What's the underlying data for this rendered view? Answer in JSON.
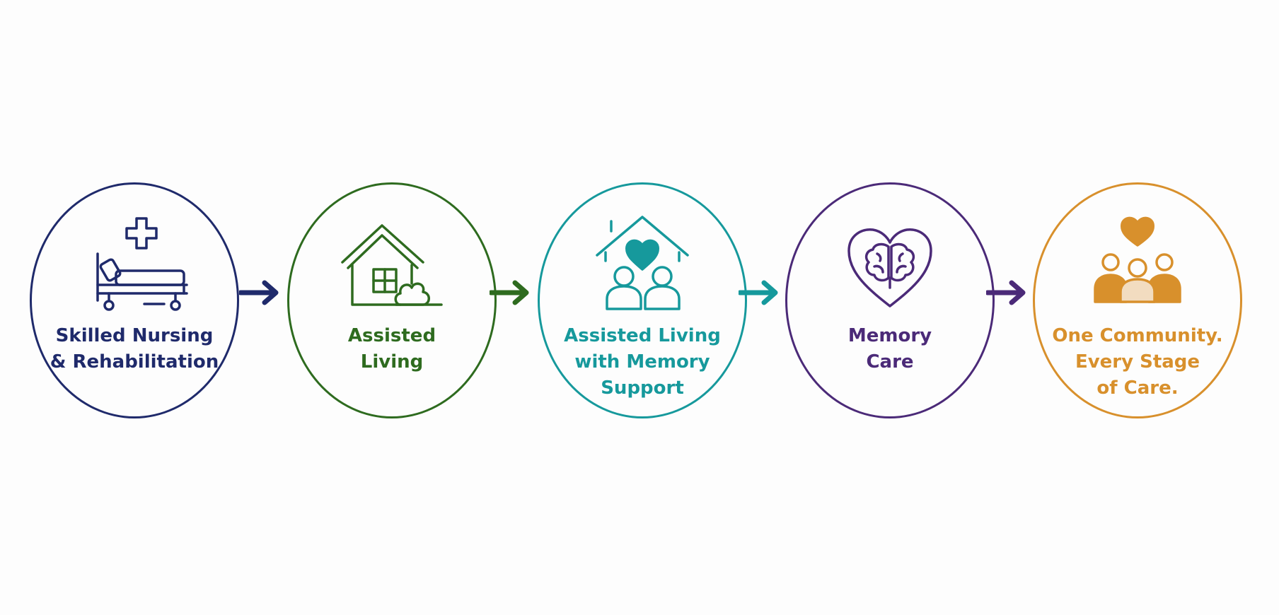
{
  "colors": {
    "navy": "#1f2a6b",
    "green": "#2e6b1f",
    "teal": "#16999c",
    "purple": "#4b2a78",
    "orange": "#d8902c"
  },
  "stages": [
    {
      "icon": "hospital-bed-icon",
      "label_lines": [
        "Skilled Nursing",
        "& Rehabilitation"
      ],
      "color": "#1f2a6b"
    },
    {
      "icon": "house-icon",
      "label_lines": [
        "Assisted",
        "Living"
      ],
      "color": "#2e6b1f"
    },
    {
      "icon": "house-heart-people-icon",
      "label_lines": [
        "Assisted Living",
        "with Memory",
        "Support"
      ],
      "color": "#16999c"
    },
    {
      "icon": "heart-brain-icon",
      "label_lines": [
        "Memory",
        "Care"
      ],
      "color": "#4b2a78"
    },
    {
      "icon": "community-heart-icon",
      "label_lines": [
        "One Community.",
        "Every Stage",
        "of Care."
      ],
      "color": "#d8902c"
    }
  ],
  "arrows": [
    {
      "icon": "arrow-right-icon",
      "color": "#1f2a6b"
    },
    {
      "icon": "arrow-right-icon",
      "color": "#2e6b1f"
    },
    {
      "icon": "arrow-right-icon",
      "color": "#16999c"
    },
    {
      "icon": "arrow-right-icon",
      "color": "#4b2a78"
    }
  ]
}
